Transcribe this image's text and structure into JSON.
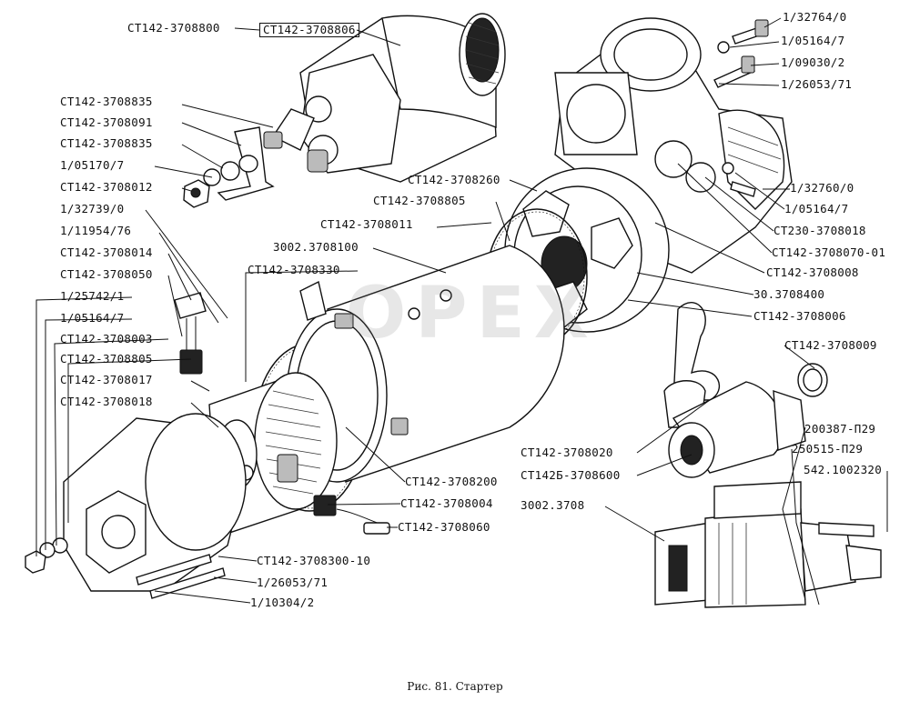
{
  "caption": "Рис. 81. Стартер",
  "watermark": "OPEX",
  "labels": {
    "l01": "СТ142-3708800",
    "l02": "СТ142-3708806",
    "l03": "1/32764/0",
    "l04": "1/05164/7",
    "l05": "1/09030/2",
    "l06": "1/26053/71",
    "l07": "СТ142-3708835",
    "l08": "СТ142-3708091",
    "l09": "СТ142-3708835",
    "l10": "1/05170/7",
    "l11": "СТ142-3708012",
    "l12": "СТ142-3708260",
    "l13": "СТ142-3708805",
    "l14": "1/32739/0",
    "l15": "СТ142-3708011",
    "l16": "1/11954/76",
    "l17": "3002.3708100",
    "l18": "СТ142-3708014",
    "l19": "СТ142-3708330",
    "l20": "СТ142-3708050",
    "l21": "1/25742/1",
    "l22": "1/05164/7",
    "l23": "СТ142-3708003",
    "l24": "СТ142-3708805",
    "l25": "СТ142-3708017",
    "l26": "СТ142-3708018",
    "l27": "1/32760/0",
    "l28": "1/05164/7",
    "l29": "СТ230-3708018",
    "l30": "СТ142-3708070-01",
    "l31": "СТ142-3708008",
    "l32": "30.3708400",
    "l33": "СТ142-3708006",
    "l34": "СТ142-3708009",
    "l35": "200387-П29",
    "l36": "250515-П29",
    "l37": "542.1002320",
    "l38": "СТ142-3708020",
    "l39": "СТ142Б-3708600",
    "l40": "3002.3708",
    "l41": "СТ142-3708200",
    "l42": "СТ142-3708004",
    "l43": "СТ142-3708060",
    "l44": "СТ142-3708300-10",
    "l45": "1/26053/71",
    "l46": "1/10304/2"
  }
}
